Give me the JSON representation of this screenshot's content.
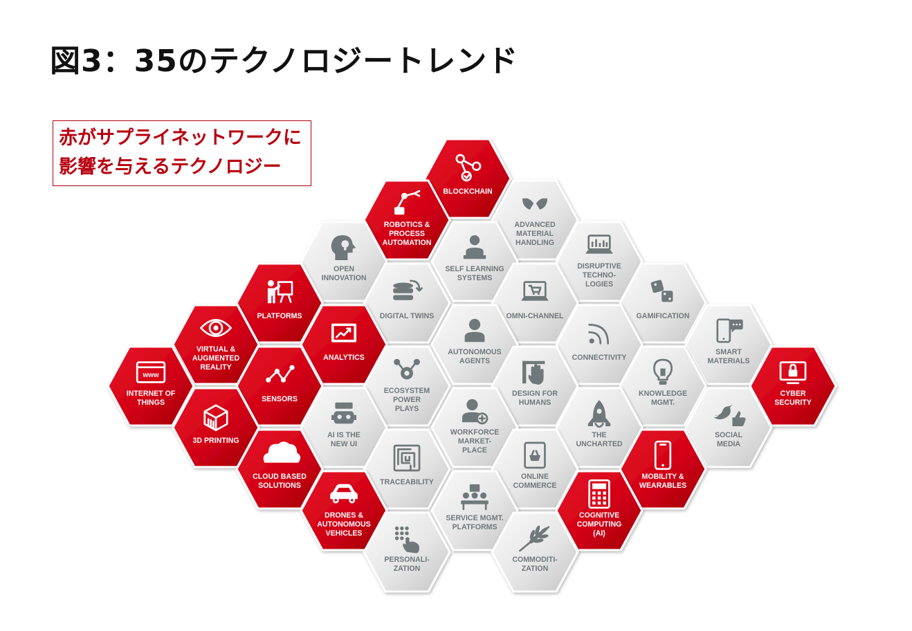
{
  "title": "図3：35のテクノロジートレンド",
  "legend": {
    "line1": "赤がサプライネットワークに",
    "line2": "影響を与えるテクノロジー"
  },
  "colors": {
    "red_tile": "#d60015",
    "red_tile_dark": "#a5000b",
    "gray_tile": "#e9e9e9",
    "gray_tile_dark": "#c2c2c2",
    "gray_icon": "#6f787a",
    "gray_text": "#6f787a",
    "white_text": "#ffffff"
  },
  "tiles": [
    {
      "label": [
        "BLOCKCHAIN"
      ],
      "highlight": true,
      "icon": "blockchain-icon"
    },
    {
      "label": [
        "ROBOTICS &",
        "PROCESS",
        "AUTOMATION"
      ],
      "highlight": true,
      "icon": "robot-arm-icon"
    },
    {
      "label": [
        "ADVANCED",
        "MATERIAL",
        "HANDLING"
      ],
      "highlight": false,
      "icon": "hands-icon"
    },
    {
      "label": [
        "OPEN",
        "INNOVATION"
      ],
      "highlight": false,
      "icon": "head-bulb-icon"
    },
    {
      "label": [
        "SELF LEARNING",
        "SYSTEMS"
      ],
      "highlight": false,
      "icon": "person-laptop-icon"
    },
    {
      "label": [
        "DISRUPTIVE",
        "TECHNO-",
        "LOGIES"
      ],
      "highlight": false,
      "icon": "laptop-chart-icon"
    },
    {
      "label": [
        "PLATFORMS"
      ],
      "highlight": true,
      "icon": "presenter-icon"
    },
    {
      "label": [
        "DIGITAL TWINS"
      ],
      "highlight": false,
      "icon": "database-sync-icon"
    },
    {
      "label": [
        "OMNI-CHANNEL"
      ],
      "highlight": false,
      "icon": "laptop-cart-icon"
    },
    {
      "label": [
        "GAMIFICATION"
      ],
      "highlight": false,
      "icon": "dice-icon"
    },
    {
      "label": [
        "VIRTUAL &",
        "AUGMENTED",
        "REALITY"
      ],
      "highlight": true,
      "icon": "eye-icon"
    },
    {
      "label": [
        "ANALYTICS"
      ],
      "highlight": true,
      "icon": "chart-screen-icon"
    },
    {
      "label": [
        "AUTONOMOUS",
        "AGENTS"
      ],
      "highlight": false,
      "icon": "person-icon"
    },
    {
      "label": [
        "CONNECTIVITY"
      ],
      "highlight": false,
      "icon": "rss-icon"
    },
    {
      "label": [
        "SMART",
        "MATERIALS"
      ],
      "highlight": false,
      "icon": "phone-chat-icon"
    },
    {
      "label": [
        "INTERNET OF",
        "THINGS"
      ],
      "highlight": true,
      "icon": "www-window-icon"
    },
    {
      "label": [
        "SENSORS"
      ],
      "highlight": true,
      "icon": "nodes-icon"
    },
    {
      "label": [
        "ECOSYSTEM",
        "POWER",
        "PLAYS"
      ],
      "highlight": false,
      "icon": "gear-network-icon"
    },
    {
      "label": [
        "DESIGN FOR",
        "HUMANS"
      ],
      "highlight": false,
      "icon": "hand-ruler-icon"
    },
    {
      "label": [
        "KNOWLEDGE",
        "MGMT."
      ],
      "highlight": false,
      "icon": "bulb-icon"
    },
    {
      "label": [
        "CYBER",
        "SECURITY"
      ],
      "highlight": true,
      "icon": "lock-monitor-icon"
    },
    {
      "label": [
        "3D PRINTING"
      ],
      "highlight": true,
      "icon": "box-icon"
    },
    {
      "label": [
        "AI IS THE",
        "NEW UI"
      ],
      "highlight": false,
      "icon": "chatbot-icon"
    },
    {
      "label": [
        "WORKFORCE",
        "MARKET-",
        "PLACE"
      ],
      "highlight": false,
      "icon": "person-add-icon"
    },
    {
      "label": [
        "THE",
        "UNCHARTED"
      ],
      "highlight": false,
      "icon": "rocket-icon"
    },
    {
      "label": [
        "SOCIAL",
        "MEDIA"
      ],
      "highlight": false,
      "icon": "bird-like-icon"
    },
    {
      "label": [
        "CLOUD BASED",
        "SOLUTIONS"
      ],
      "highlight": true,
      "icon": "cloud-icon"
    },
    {
      "label": [
        "TRACEABILITY"
      ],
      "highlight": false,
      "icon": "maze-icon"
    },
    {
      "label": [
        "ONLINE",
        "COMMERCE"
      ],
      "highlight": false,
      "icon": "tablet-basket-icon"
    },
    {
      "label": [
        "MOBILITY &",
        "WEARABLES"
      ],
      "highlight": true,
      "icon": "smartphone-icon"
    },
    {
      "label": [
        "DRONES &",
        "AUTONOMOUS",
        "VEHICLES"
      ],
      "highlight": true,
      "icon": "car-icon"
    },
    {
      "label": [
        "SERVICE MGMT.",
        "PLATFORMS"
      ],
      "highlight": false,
      "icon": "meeting-icon"
    },
    {
      "label": [
        "COGNITIVE",
        "COMPUTING",
        "(AI)"
      ],
      "highlight": true,
      "icon": "calculator-icon"
    },
    {
      "label": [
        "PERSONALI-",
        "ZATION"
      ],
      "highlight": false,
      "icon": "keypad-hand-icon"
    },
    {
      "label": [
        "COMMODITI-",
        "ZATION"
      ],
      "highlight": false,
      "icon": "wheat-icon"
    }
  ]
}
